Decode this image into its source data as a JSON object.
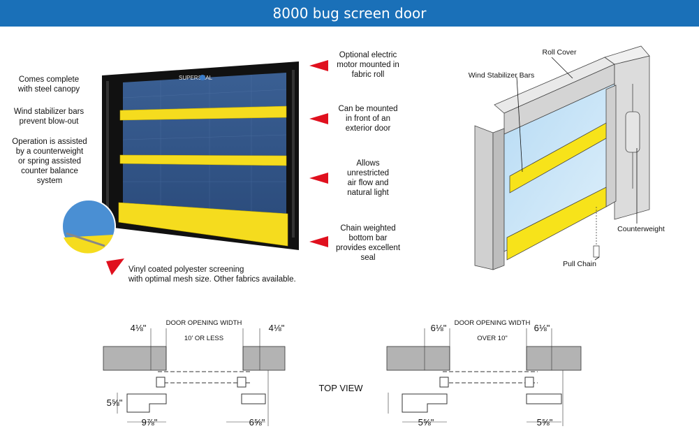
{
  "header": {
    "title": "8000 bug screen door"
  },
  "photo": {
    "brand_logo": "SUPERSEAL",
    "left_callouts": [
      "Comes complete\nwith steel canopy",
      "Wind stabilizer bars\nprevent blow-out",
      "Operation is assisted\nby a counterweight\nor spring assisted\ncounter balance\nsystem"
    ],
    "right_callouts": [
      "Optional electric\nmotor mounted in\nfabric roll",
      "Can be mounted\nin  front of an\nexterior door",
      "Allows\nunrestricted\nair flow and\nnatural light",
      "Chain weighted\nbottom bar\nprovides excellent\nseal"
    ],
    "bottom_callout": "Vinyl coated polyester screening\nwith optimal mesh size. Other fabrics available.",
    "arrow_color": "#e0101e",
    "bar_color": "#f5dc1e"
  },
  "diagram3d": {
    "labels": {
      "roll_cover": "Roll Cover",
      "wind_bars": "Wind Stabilizer Bars",
      "counterweight": "Counterweight",
      "pull_chain": "Pull Chain"
    }
  },
  "top_view": {
    "center_label": "TOP VIEW",
    "left": {
      "title_line1": "DOOR OPENING WIDTH",
      "title_line2": "10' OR LESS",
      "dims": [
        "4⅛\"",
        "4⅛\"",
        "5⅝\"",
        "9⅞\"",
        "6⅝\""
      ]
    },
    "right": {
      "title_line1": "DOOR OPENING WIDTH",
      "title_line2": "OVER 10\"",
      "dims": [
        "6⅛\"",
        "6⅛\"",
        "5⅝\"",
        "5⅝\""
      ]
    }
  }
}
